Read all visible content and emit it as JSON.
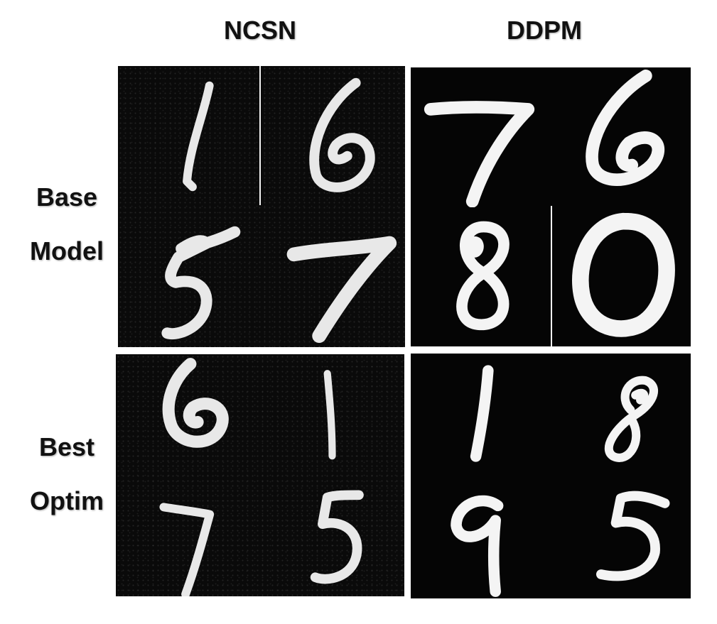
{
  "columns": [
    "NCSN",
    "DDPM"
  ],
  "rows": [
    {
      "line1": "Base",
      "line2": "Model"
    },
    {
      "line1": "Best",
      "line2": "Optim"
    }
  ],
  "panels": {
    "ncsn_base": [
      "1",
      "6",
      "5",
      "7"
    ],
    "ddpm_base": [
      "7",
      "6",
      "8",
      "0"
    ],
    "ncsn_best": [
      "6",
      "1",
      "7",
      "5"
    ],
    "ddpm_best": [
      "1",
      "8",
      "9",
      "5"
    ]
  },
  "colors": {
    "background": "#ffffff",
    "panel": "#050505",
    "digit": "#f4f4f4",
    "label": "#111111"
  }
}
